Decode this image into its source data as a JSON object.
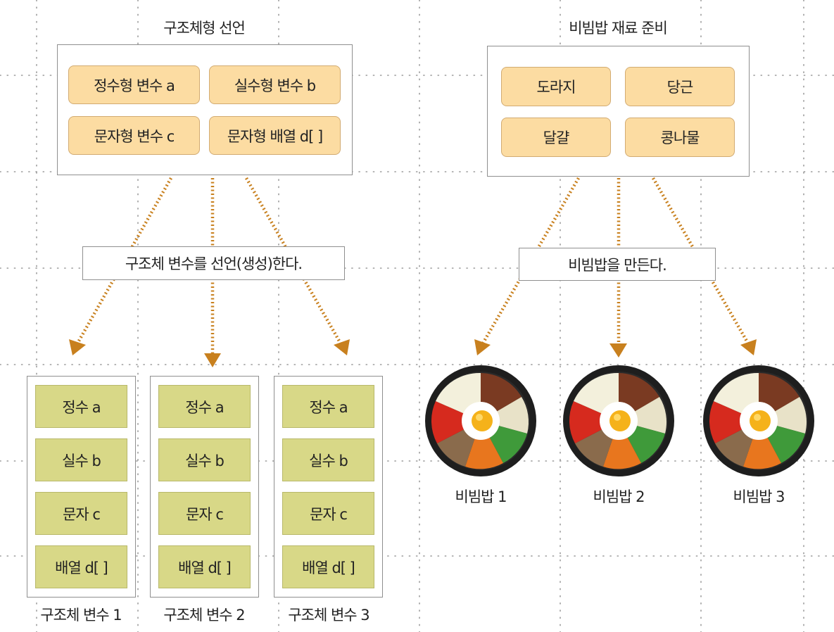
{
  "left": {
    "title": "구조체형 선언",
    "members": [
      "정수형 변수 a",
      "실수형 변수 b",
      "문자형 변수 c",
      "문자형 배열 d[ ]"
    ],
    "caption": "구조체 변수를 선언(생성)한다.",
    "columns": [
      {
        "cells": [
          "정수 a",
          "실수 b",
          "문자 c",
          "배열 d[ ]"
        ],
        "label": "구조체 변수 1"
      },
      {
        "cells": [
          "정수 a",
          "실수 b",
          "문자 c",
          "배열 d[ ]"
        ],
        "label": "구조체 변수 2"
      },
      {
        "cells": [
          "정수 a",
          "실수 b",
          "문자 c",
          "배열 d[ ]"
        ],
        "label": "구조체 변수 3"
      }
    ]
  },
  "right": {
    "title": "비빔밥 재료 준비",
    "ingredients": [
      "도라지",
      "당근",
      "달걀",
      "콩나물"
    ],
    "caption": "비빔밥을 만든다.",
    "bowls": [
      {
        "label": "비빔밥 1"
      },
      {
        "label": "비빔밥 2"
      },
      {
        "label": "비빔밥 3"
      }
    ]
  },
  "colors": {
    "pill_fill": "#fcdca2",
    "cell_fill": "#d8d887",
    "arrow": "#c8801e",
    "frame": "#8f8f8f"
  }
}
